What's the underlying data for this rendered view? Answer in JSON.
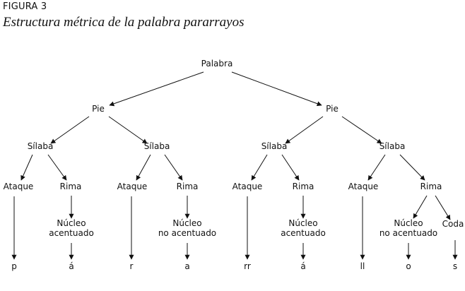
{
  "figure_label": "FIGURA 3",
  "title": "Estructura métrica de la palabra pararrayos",
  "nodes": {
    "root": "Palabra",
    "pie_left": "Pie",
    "pie_right": "Pie",
    "silaba_1": "Sílaba",
    "silaba_2": "Sílaba",
    "silaba_3": "Sílaba",
    "silaba_4": "Sílaba",
    "ataque_1": "Ataque",
    "rima_1": "Rima",
    "ataque_2": "Ataque",
    "rima_2": "Rima",
    "ataque_3": "Ataque",
    "rima_3": "Rima",
    "ataque_4": "Ataque",
    "rima_4": "Rima",
    "nucleo_1": [
      "Núcleo",
      "acentuado"
    ],
    "nucleo_2": [
      "Núcleo",
      "no acentuado"
    ],
    "nucleo_3": [
      "Núcleo",
      "acentuado"
    ],
    "nucleo_4": [
      "Núcleo",
      "no acentuado"
    ],
    "coda_4": "Coda",
    "seg_p": "p",
    "seg_a1": "á",
    "seg_r": "r",
    "seg_a2": "a",
    "seg_rr": "rr",
    "seg_a3": "á",
    "seg_ll": "ll",
    "seg_o": "o",
    "seg_s": "s"
  }
}
